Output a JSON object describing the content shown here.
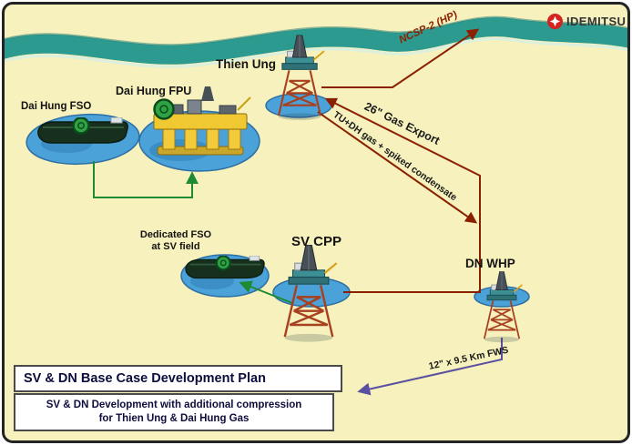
{
  "logo": {
    "company": "IDEMITSU",
    "mark_color": "#d6231f"
  },
  "facilities": {
    "thien_ung": {
      "label": "Thien Ung"
    },
    "dai_hung_fpu": {
      "label": "Dai Hung FPU"
    },
    "dai_hung_fso": {
      "label": "Dai Hung FSO"
    },
    "dedicated_fso": {
      "line1": "Dedicated FSO",
      "line2": "at SV field"
    },
    "sv_cpp": {
      "label": "SV CPP"
    },
    "dn_whp": {
      "label": "DN WHP"
    }
  },
  "pipelines": {
    "ncsp2": {
      "label": "NCSP-2 (HP)",
      "color": "#8b2200"
    },
    "gas_export": {
      "label": "26\" Gas Export",
      "color": "#8b2000"
    },
    "tu_dh_gas": {
      "label": "TU+DH gas + spiked condensate",
      "color": "#8b2000"
    },
    "fws": {
      "label": "12\" x 9.5 Km FWS",
      "color": "#5a4fa0"
    },
    "fso_fpu_link_color": "#1e8a34",
    "sv_fso_offload_color": "#1e8a34"
  },
  "title_box": {
    "text": "SV & DN Base Case Development Plan"
  },
  "subtitle_box": {
    "line1": "SV & DN Development with additional compression",
    "line2": "for Thien Ung & Dai Hung Gas"
  },
  "colors": {
    "land": "#f6f1bd",
    "coast": "#2d9a90",
    "sea_patch": "#4aa2d8",
    "frame": "#232323"
  }
}
